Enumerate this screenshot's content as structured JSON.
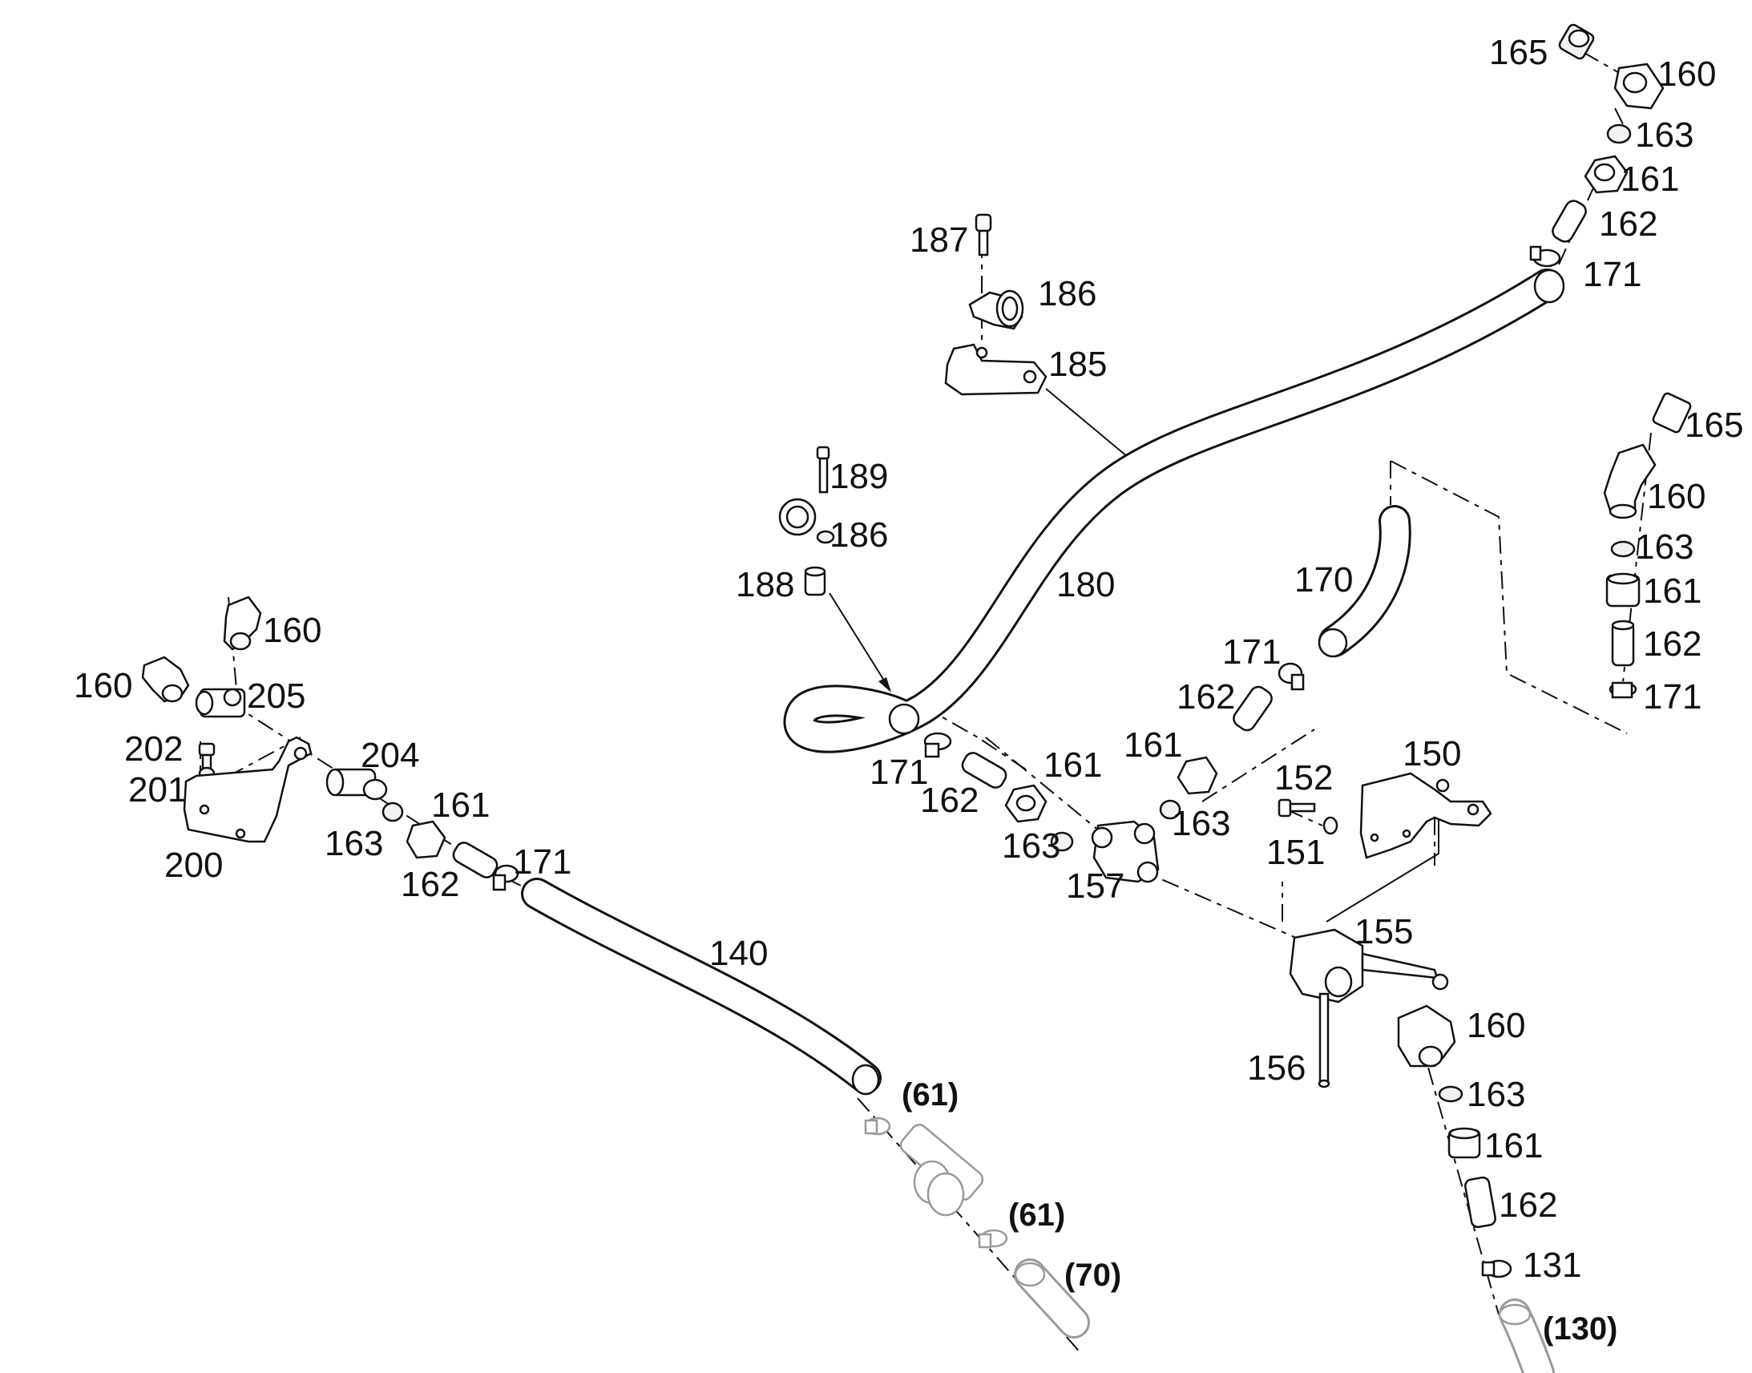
{
  "colors": {
    "line": "#111111",
    "faded": "#9a9a9a",
    "background": "#ffffff"
  },
  "callouts": {
    "c165a": "165",
    "c160a": "160",
    "c163a": "163",
    "c161a": "161",
    "c162a": "162",
    "c171a": "171",
    "c187": "187",
    "c186a": "186",
    "c185": "185",
    "c189": "189",
    "c186b": "186",
    "c188": "188",
    "c180": "180",
    "c170": "170",
    "c165b": "165",
    "c160b": "160",
    "c163b": "163",
    "c161b": "161",
    "c162b": "162",
    "c171b": "171",
    "c160c": "160",
    "c160d": "160",
    "c205": "205",
    "c202": "202",
    "c201": "201",
    "c200": "200",
    "c204": "204",
    "c163c": "163",
    "c161c": "161",
    "c162c": "162",
    "c171c": "171",
    "c140": "140",
    "c171d": "171",
    "c162d": "162",
    "c161d": "161",
    "c163d": "163",
    "c157": "157",
    "c171e": "171",
    "c162e": "162",
    "c161e": "161",
    "c163e": "163",
    "c152": "152",
    "c150": "150",
    "c151": "151",
    "c155": "155",
    "c156": "156",
    "c160e": "160",
    "c163f": "163",
    "c161f": "161",
    "c162f": "162",
    "c131": "131"
  },
  "references": {
    "r61a": "(61)",
    "r61b": "(61)",
    "r70": "(70)",
    "r130": "(130)"
  }
}
